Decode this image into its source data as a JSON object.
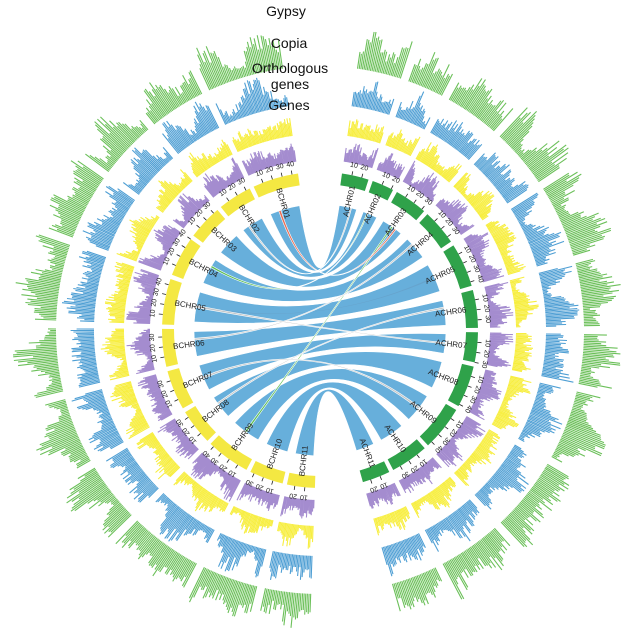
{
  "track_labels": {
    "gypsy": "Gypsy",
    "copia": "Copia",
    "orthologous_line1": "Orthologous",
    "orthologous_line2": "genes",
    "genes": "Genes"
  },
  "colors": {
    "gypsy": "#6cc05a",
    "copia": "#4f9fd4",
    "orthologous": "#f7ee3f",
    "genes": "#a48ccf",
    "achr": "#2fa24a",
    "bchr": "#f4e842",
    "link_main": "#5aa8d8",
    "link_grey": "#c8c8c8",
    "link_red": "#ef6a4f",
    "link_green": "#5cbf4e"
  },
  "chromosomes": [
    {
      "name": "ACHR01",
      "group": "A",
      "length": 27,
      "ticks": [
        "10",
        "20"
      ]
    },
    {
      "name": "ACHR02",
      "group": "A",
      "length": 22,
      "ticks": [
        "10",
        "20"
      ]
    },
    {
      "name": "ACHR03",
      "group": "A",
      "length": 33,
      "ticks": [
        "10",
        "20",
        "30"
      ]
    },
    {
      "name": "ACHR04",
      "group": "A",
      "length": 36,
      "ticks": [
        "10",
        "20",
        "30"
      ]
    },
    {
      "name": "ACHR05",
      "group": "A",
      "length": 44,
      "ticks": [
        "10",
        "20",
        "30",
        "40"
      ]
    },
    {
      "name": "ACHR06",
      "group": "A",
      "length": 38,
      "ticks": [
        "10",
        "20",
        "30"
      ]
    },
    {
      "name": "ACHR07",
      "group": "A",
      "length": 30,
      "ticks": [
        "10",
        "20",
        "30"
      ]
    },
    {
      "name": "ACHR08",
      "group": "A",
      "length": 42,
      "ticks": [
        "10",
        "20",
        "30",
        "40"
      ]
    },
    {
      "name": "ACHR09",
      "group": "A",
      "length": 45,
      "ticks": [
        "10",
        "20",
        "30",
        "40"
      ]
    },
    {
      "name": "ACHR10",
      "group": "A",
      "length": 38,
      "ticks": [
        "10",
        "20",
        "30"
      ]
    },
    {
      "name": "ACHR11",
      "group": "A",
      "length": 28,
      "ticks": [
        "10",
        "20"
      ]
    },
    {
      "name": "BCHR11",
      "group": "B",
      "length": 28,
      "ticks": [
        "10",
        "20"
      ]
    },
    {
      "name": "BCHR10",
      "group": "B",
      "length": 34,
      "ticks": [
        "10",
        "20",
        "30"
      ]
    },
    {
      "name": "BCHR09",
      "group": "B",
      "length": 44,
      "ticks": [
        "10",
        "20",
        "30",
        "40"
      ]
    },
    {
      "name": "BCHR08",
      "group": "B",
      "length": 36,
      "ticks": [
        "10",
        "20",
        "30"
      ]
    },
    {
      "name": "BCHR07",
      "group": "B",
      "length": 40,
      "ticks": [
        "10",
        "20",
        "30"
      ]
    },
    {
      "name": "BCHR06",
      "group": "B",
      "length": 38,
      "ticks": [
        "10",
        "20",
        "30"
      ]
    },
    {
      "name": "BCHR05",
      "group": "B",
      "length": 46,
      "ticks": [
        "10",
        "20",
        "30",
        "40"
      ]
    },
    {
      "name": "BCHR04",
      "group": "B",
      "length": 40,
      "ticks": [
        "10",
        "20",
        "30",
        "40"
      ]
    },
    {
      "name": "BCHR03",
      "group": "B",
      "length": 35,
      "ticks": [
        "10",
        "20",
        "30"
      ]
    },
    {
      "name": "BCHR02",
      "group": "B",
      "length": 34,
      "ticks": [
        "10",
        "20",
        "30"
      ]
    },
    {
      "name": "BCHR01",
      "group": "B",
      "length": 46,
      "ticks": [
        "10",
        "20",
        "30",
        "40"
      ]
    }
  ],
  "links": [
    {
      "from": "ACHR01",
      "to": "BCHR01",
      "color": "main"
    },
    {
      "from": "ACHR02",
      "to": "BCHR02",
      "color": "main"
    },
    {
      "from": "ACHR03",
      "to": "BCHR03",
      "color": "main"
    },
    {
      "from": "ACHR04",
      "to": "BCHR04",
      "color": "main"
    },
    {
      "from": "ACHR05",
      "to": "BCHR05",
      "color": "red"
    },
    {
      "from": "ACHR05",
      "to": "BCHR05",
      "color": "main"
    },
    {
      "from": "ACHR06",
      "to": "BCHR06",
      "color": "main"
    },
    {
      "from": "ACHR07",
      "to": "BCHR07",
      "color": "main"
    },
    {
      "from": "ACHR08",
      "to": "BCHR08",
      "color": "main"
    },
    {
      "from": "ACHR09",
      "to": "BCHR09",
      "color": "main"
    },
    {
      "from": "ACHR10",
      "to": "BCHR10",
      "color": "main"
    },
    {
      "from": "ACHR11",
      "to": "BCHR11",
      "color": "main"
    },
    {
      "from": "ACHR02",
      "to": "BCHR04",
      "color": "green"
    },
    {
      "from": "ACHR03",
      "to": "BCHR09",
      "color": "green"
    },
    {
      "from": "ACHR03",
      "to": "BCHR01",
      "color": "red"
    },
    {
      "from": "ACHR04",
      "to": "BCHR06",
      "color": "grey"
    },
    {
      "from": "ACHR07",
      "to": "BCHR05",
      "color": "grey"
    },
    {
      "from": "ACHR01",
      "to": "BCHR02",
      "color": "grey"
    },
    {
      "from": "ACHR06",
      "to": "BCHR08",
      "color": "grey"
    },
    {
      "from": "ACHR09",
      "to": "BCHR07",
      "color": "grey"
    }
  ]
}
